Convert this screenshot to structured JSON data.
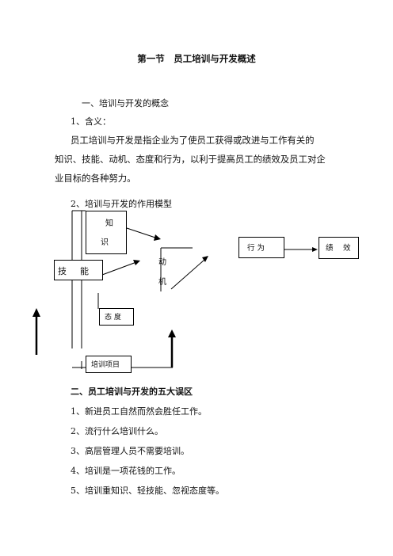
{
  "title": "第一节　员工培训与开发概述",
  "section1": {
    "heading": "一、培训与开发的概念",
    "item1": "1、含义：",
    "def_line1": "员工培训与开发是指企业为了使员工获得或改进与工作有关的",
    "def_line2": "知识、技能、动机、态度和行为，以利于提高员工的绩效及员工对企",
    "def_line3": "业目标的各种努力。",
    "item2": "2、培训与开发的作用模型"
  },
  "diagram": {
    "knowledge_char1": "知",
    "knowledge_char2": "识",
    "skill_char1": "技",
    "skill_char2": "能",
    "motive_char1": "动",
    "motive_char2": "机",
    "attitude": "态 度",
    "behavior": "行 为",
    "performance_char1": "绩",
    "performance_char2": "效",
    "training_project": "培训项目"
  },
  "section2": {
    "heading": "二、员工培训与开发的五大误区",
    "items": [
      "1、新进员工自然而然会胜任工作。",
      "2、流行什么培训什么。",
      "3、高层管理人员不需要培训。",
      "4、培训是一项花钱的工作。",
      "5、培训重知识、轻技能、忽视态度等。"
    ]
  }
}
